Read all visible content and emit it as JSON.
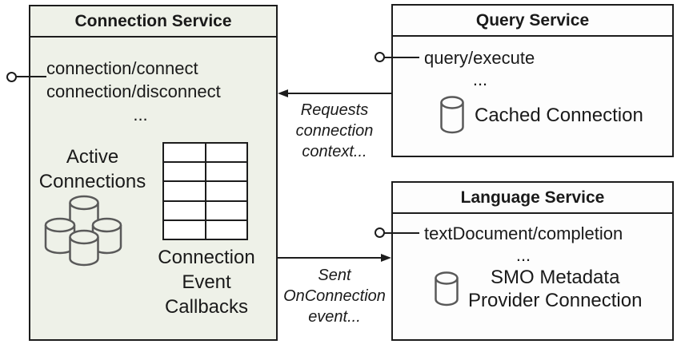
{
  "diagram": {
    "connection_service": {
      "title": "Connection Service",
      "methods": [
        "connection/connect",
        "connection/disconnect",
        "..."
      ],
      "active_connections": [
        "Active",
        "Connections"
      ],
      "event_callbacks": [
        "Connection",
        "Event",
        "Callbacks"
      ],
      "fill": "#eef1e8"
    },
    "query_service": {
      "title": "Query Service",
      "methods": [
        "query/execute",
        "..."
      ],
      "cached_connection": "Cached Connection",
      "fill": "#fdfdfd"
    },
    "language_service": {
      "title": "Language Service",
      "methods": [
        "textDocument/completion",
        "..."
      ],
      "smo_connection": [
        "SMO Metadata",
        "Provider Connection"
      ],
      "fill": "#fdfdfd"
    },
    "arrows": {
      "requests": [
        "Requests",
        "connection",
        "context..."
      ],
      "sent": [
        "Sent",
        "OnConnection",
        "event..."
      ]
    },
    "colors": {
      "border": "#1c1c1c",
      "text": "#1a1a1a",
      "icon_stroke": "#595959",
      "connection_box_fill": "#eef1e8",
      "service_box_fill": "#fdfdfd"
    }
  }
}
